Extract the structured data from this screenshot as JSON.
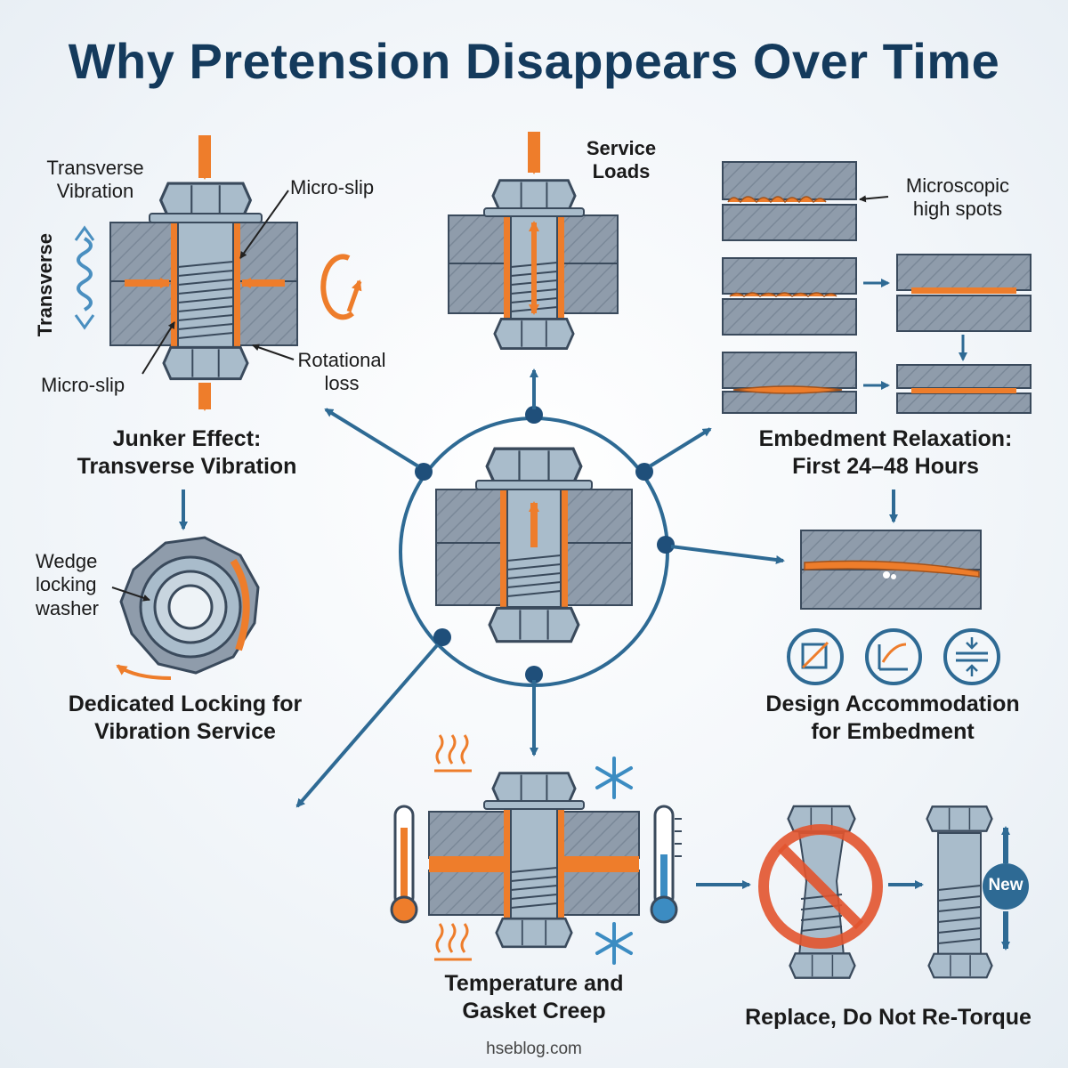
{
  "title": "Why Pretension Disappears Over Time",
  "junker": {
    "heading_line1": "Junker Effect:",
    "heading_line2": "Transverse Vibration",
    "label_vibration_line1": "Transverse",
    "label_vibration_line2": "Vibration",
    "label_side": "Transverse",
    "label_microslip_top": "Micro-slip",
    "label_microslip_bottom": "Micro-slip",
    "label_rotational_line1": "Rotational",
    "label_rotational_line2": "loss"
  },
  "service": {
    "label_line1": "Service",
    "label_line2": "Loads"
  },
  "embedment": {
    "label_line1": "Microscopic",
    "label_line2": "high spots",
    "heading_line1": "Embedment Relaxation:",
    "heading_line2": "First 24–48 Hours"
  },
  "locking": {
    "label_line1": "Wedge",
    "label_line2": "locking",
    "label_line3": "washer",
    "heading_line1": "Dedicated Locking for",
    "heading_line2": "Vibration Service"
  },
  "design": {
    "heading_line1": "Design Accommodation",
    "heading_line2": "for Embedment"
  },
  "temperature": {
    "heading_line1": "Temperature and",
    "heading_line2": "Gasket Creep"
  },
  "replace": {
    "badge": "New",
    "heading": "Replace, Do Not Re-Torque"
  },
  "credit": "hseblog.com",
  "colors": {
    "title": "#143a5c",
    "arrow_blue": "#2e6a94",
    "accent_orange": "#ee7d2b",
    "plate": "#8f9cab",
    "steel": "#a9bccb",
    "outline": "#3a4a5c"
  }
}
